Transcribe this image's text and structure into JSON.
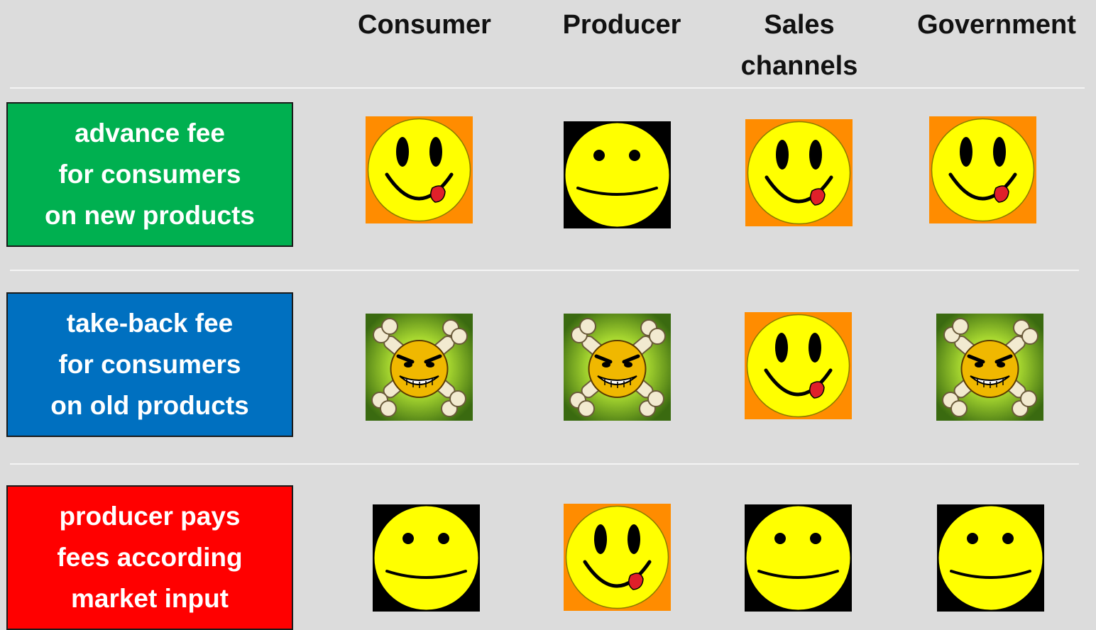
{
  "columns": [
    "Consumer",
    "Producer",
    "Sales\nchannels",
    "Government"
  ],
  "rows": [
    {
      "label": "advance fee\nfor consumers\non new products",
      "color": "#00b050",
      "faces": [
        "happy-tongue",
        "neutral",
        "happy-tongue",
        "happy-tongue"
      ]
    },
    {
      "label": "take-back fee\nfor consumers\non old products",
      "color": "#0070c0",
      "faces": [
        "evil-crossbones",
        "evil-crossbones",
        "happy-tongue",
        "evil-crossbones"
      ]
    },
    {
      "label": "producer pays\nfees according\nmarket input",
      "color": "#ff0000",
      "faces": [
        "neutral",
        "happy-tongue",
        "neutral",
        "neutral"
      ]
    }
  ],
  "icons": {
    "happy-tongue": "happy-tongue-smiley-icon",
    "neutral": "neutral-smiley-icon",
    "evil-crossbones": "evil-crossbones-smiley-icon"
  },
  "colors": {
    "face_yellow": "#ffff00",
    "happy_bg": "#ff8c00",
    "neutral_bg": "#000000",
    "evil_bg": "#3a6a10"
  }
}
